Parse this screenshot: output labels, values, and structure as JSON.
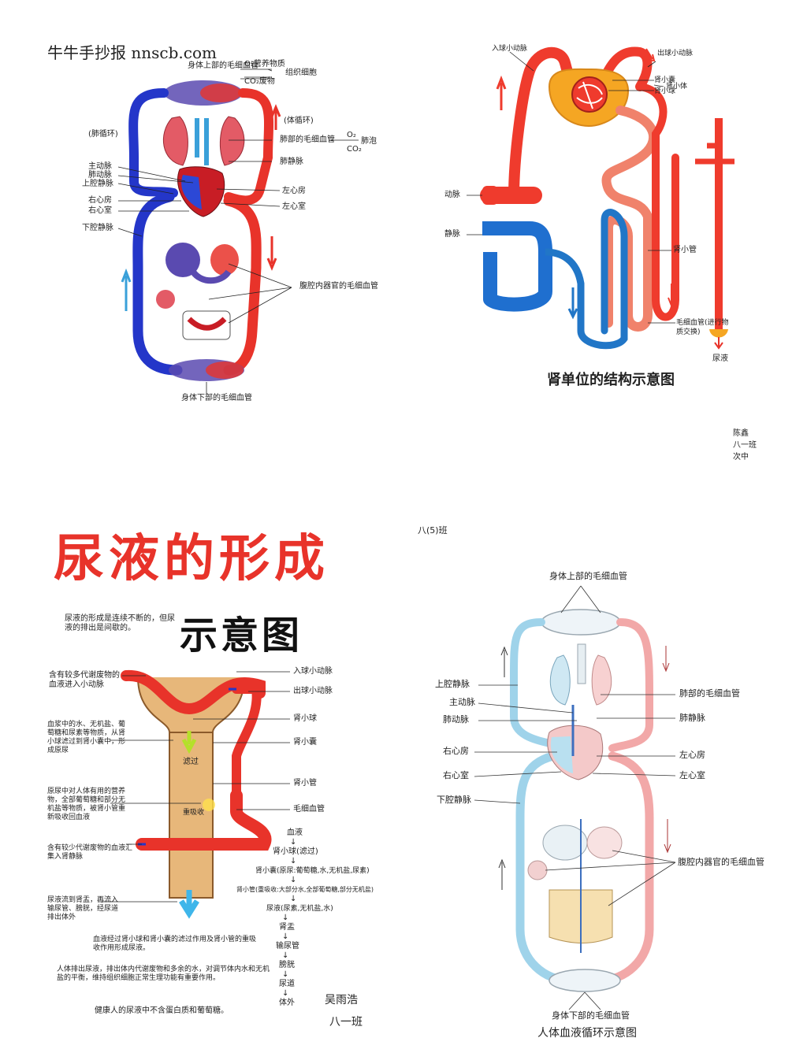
{
  "watermark": "牛牛手抄报 nnscb.com",
  "panel_circulation_color": {
    "top_label_1": "身体上部的毛细血管",
    "o2_nutrients": "O₂营养物质",
    "co2_waste": "CO₂废物",
    "tissue_cells": "组织细胞",
    "pulmonary_circulation": "(肺循环)",
    "systemic_circulation": "(体循环)",
    "lung_capillaries": "肺部的毛细血管",
    "o2": "O₂",
    "co2": "CO₂",
    "alveoli": "肺泡",
    "aorta": "主动脉",
    "pulmonary_artery": "肺动脉",
    "superior_vena_cava": "上腔静脉",
    "pulmonary_vein": "肺静脉",
    "right_atrium": "右心房",
    "left_atrium": "左心房",
    "right_ventricle": "右心室",
    "left_ventricle": "左心室",
    "inferior_vena_cava": "下腔静脉",
    "abdominal_capillaries": "腹腔内器官的毛细血管",
    "bottom_label": "身体下部的毛细血管"
  },
  "panel_nephron": {
    "afferent": "入球小动脉",
    "efferent": "出球小动脉",
    "capsule": "肾小囊",
    "glomerulus": "肾小球",
    "renal_corpuscle": "肾小体",
    "artery": "动脉",
    "vein": "静脉",
    "tubule": "肾小管",
    "exchange": "毛细血管(进行物质交换)",
    "urine": "尿液",
    "title": "肾单位的结构示意图",
    "author_name": "陈鑫",
    "author_class": "八一班",
    "author_school": "次中"
  },
  "panel_urine": {
    "title_main": "尿液的形成",
    "title_sub": "示意图",
    "intro": "尿液的形成是连续不断的，但尿液的排出是间歇的。",
    "label_1": "含有较多代谢废物的血液进入小动脉",
    "label_2": "血浆中的水、无机盐、葡萄糖和尿素等物质，从肾小球滤过到肾小囊中，形成原尿",
    "label_3": "原尿中对人体有用的营养物，全部葡萄糖和部分无机盐等物质，被肾小管重新吸收回血液",
    "label_4": "含有较少代谢废物的血液汇集入肾静脉",
    "label_5": "尿液流到肾盂，再流入输尿管、膀胱，经尿道排出体外",
    "r_afferent": "入球小动脉",
    "r_efferent": "出球小动脉",
    "r_glomerulus": "肾小球",
    "r_capsule": "肾小囊",
    "r_tubule": "肾小管",
    "r_capillary": "毛细血管",
    "filter": "滤过",
    "reabsorb": "重吸收",
    "flow_1": "血液",
    "flow_2": "肾小球(滤过)",
    "flow_3": "肾小囊(原尿:葡萄糖,水,无机盐,尿素)",
    "flow_4": "肾小管(重吸收:大部分水,全部葡萄糖,部分无机盐)",
    "flow_5": "尿液(尿素,无机盐,水)",
    "flow_6": "肾盂",
    "flow_7": "输尿管",
    "flow_8": "膀胱",
    "flow_9": "尿道",
    "flow_10": "体外",
    "para_1": "血液经过肾小球和肾小囊的滤过作用及肾小管的重吸收作用形成尿液。",
    "para_2": "人体排出尿液，排出体内代谢废物和多余的水，对调节体内水和无机盐的平衡，维持组织细胞正常生理功能有重要作用。",
    "para_3": "健康人的尿液中不含蛋白质和葡萄糖。",
    "author_name": "吴雨浩",
    "author_class": "八一班"
  },
  "panel_circulation_pastel": {
    "class_label": "八(5)班",
    "top": "身体上部的毛细血管",
    "svc": "上腔静脉",
    "aorta": "主动脉",
    "pulm_artery": "肺动脉",
    "right_atrium": "右心房",
    "right_ventricle": "右心室",
    "ivc": "下腔静脉",
    "lung_cap": "肺部的毛细血管",
    "pulm_vein": "肺静脉",
    "left_atrium": "左心房",
    "left_ventricle": "左心室",
    "abdominal": "腹腔内器官的毛细血管",
    "bottom": "身体下部的毛细血管",
    "title": "人体血液循环示意图"
  },
  "colors": {
    "artery_red": "#e8332a",
    "vein_blue": "#2436c9",
    "light_blue": "#9fd3ea",
    "light_pink": "#f2a8a8",
    "orange": "#f5a623"
  }
}
